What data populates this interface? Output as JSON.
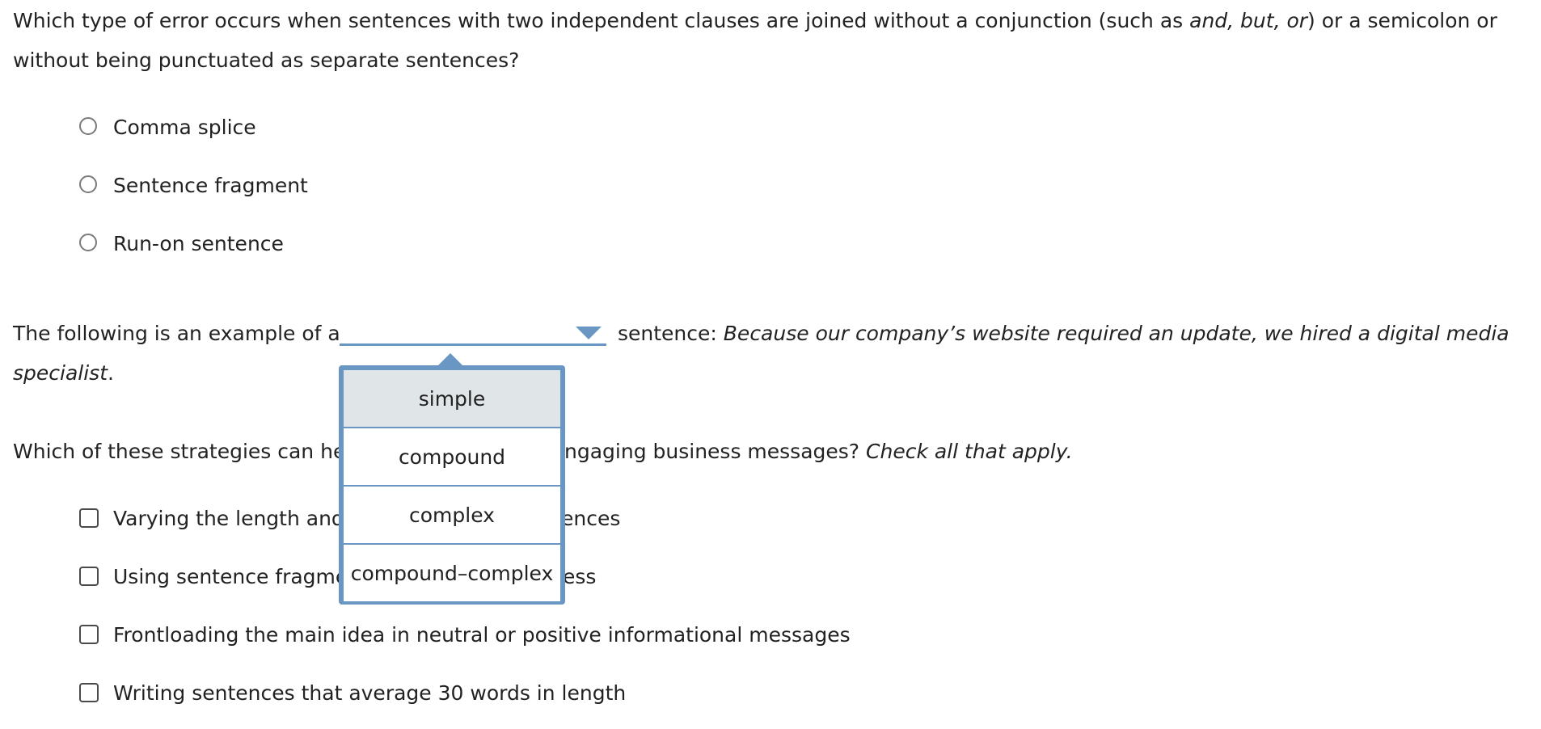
{
  "q1": {
    "text_a": "Which type of error occurs when sentences with two independent clauses are joined without a conjunction (such as ",
    "text_b": "and, but, or",
    "text_c": ") or a semicolon or",
    "text_line2": "without being punctuated as separate sentences?",
    "options": [
      "Comma splice",
      "Sentence fragment",
      "Run-on sentence"
    ]
  },
  "q2": {
    "prefix": "The following is an example of a",
    "suffix": "sentence: ",
    "example_a": "Because our company’s website required an update, we hired a digital media",
    "example_b": "specialist",
    "example_end": ".",
    "dropdown_options": [
      "simple",
      "compound",
      "complex",
      "compound–complex"
    ],
    "highlighted_option": "simple"
  },
  "q3": {
    "prompt_left": "Which of these strategies can hel",
    "prompt_right": "ngaging business messages? ",
    "prompt_italic": "Check all that apply.",
    "options": [
      {
        "left": "Varying the length and",
        "right": "ences"
      },
      {
        "left": "Using sentence fragme",
        "right": "ess"
      },
      {
        "left": "Frontloading the main idea in neutral or positive informational messages",
        "right": ""
      },
      {
        "left": "Writing sentences that average 30 words in length",
        "right": ""
      }
    ]
  },
  "colors": {
    "accent": "#6a96c4",
    "highlight": "#e0e6e8",
    "text": "#222222"
  }
}
